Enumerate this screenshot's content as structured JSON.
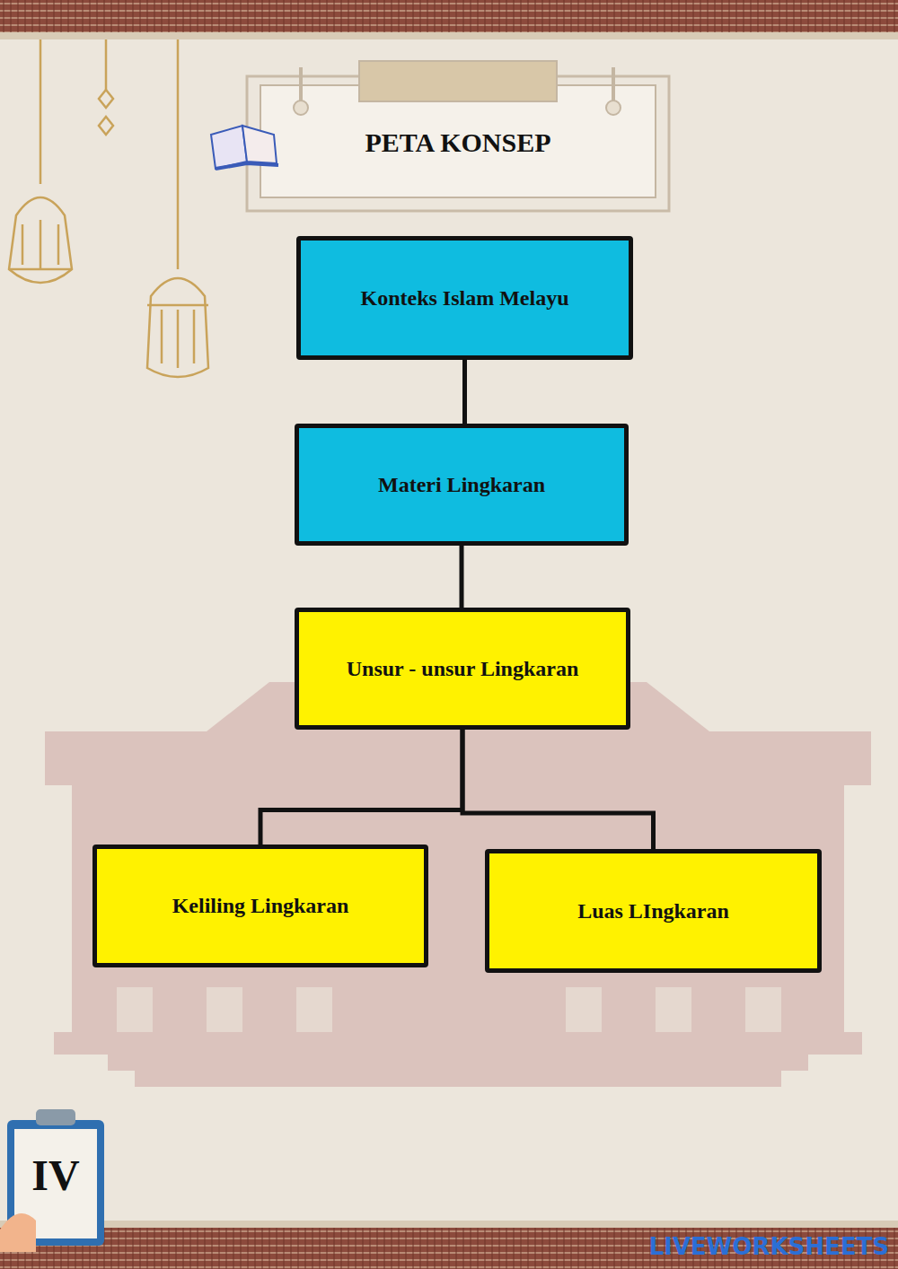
{
  "diagram": {
    "title": "PETA KONSEP",
    "nodes": [
      {
        "text": [
          "Konteks Islam Melayu"
        ]
      },
      {
        "text": [
          "Materi Lingkaran"
        ]
      },
      {
        "text": [
          "Unsur - unsur Lingkaran"
        ]
      },
      {
        "text": [
          "Keliling Lingkaran"
        ]
      },
      {
        "text": [
          "Luas LIngkaran"
        ]
      }
    ],
    "edges": [
      {
        "from": 0,
        "to": 1,
        "arrow": "none"
      },
      {
        "from": 1,
        "to": 2,
        "arrow": "none"
      },
      {
        "from": 2,
        "to": 3,
        "arrow": "none"
      },
      {
        "from": 2,
        "to": 4,
        "arrow": "none"
      }
    ],
    "labels": [
      "IV",
      "LIVEWORKSHEETS"
    ]
  }
}
